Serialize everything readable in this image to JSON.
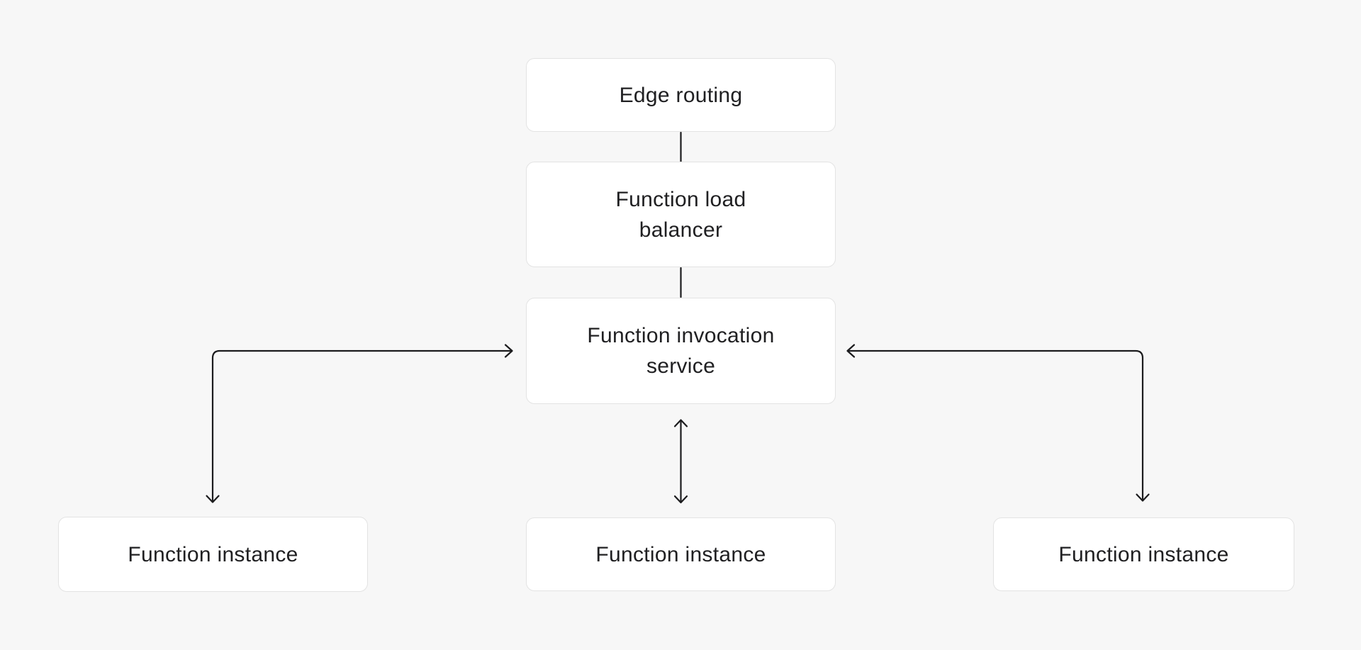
{
  "canvas": {
    "background_color": "#f7f7f7",
    "node_fill_color": "#ffffff",
    "node_border_color": "#e3e3e3",
    "connector_color": "#1c1c1e",
    "text_color": "#202022"
  },
  "diagram": {
    "nodes": [
      {
        "id": "edge-routing",
        "label": "Edge routing"
      },
      {
        "id": "function-load-balancer",
        "label": "Function load\nbalancer"
      },
      {
        "id": "function-invocation-service",
        "label": "Function invocation\nservice"
      },
      {
        "id": "function-instance-left",
        "label": "Function instance"
      },
      {
        "id": "function-instance-middle",
        "label": "Function instance"
      },
      {
        "id": "function-instance-right",
        "label": "Function instance"
      }
    ],
    "connectors": [
      {
        "id": "edge-routing-to-load-balancer",
        "from": "edge-routing",
        "to": "function-load-balancer",
        "style": "plain-line"
      },
      {
        "id": "load-balancer-to-invocation-service",
        "from": "function-load-balancer",
        "to": "function-invocation-service",
        "style": "plain-line"
      },
      {
        "id": "invocation-service-to-left-instance",
        "from": "function-invocation-service",
        "to": "function-instance-left",
        "style": "elbow-double-headed-arrow"
      },
      {
        "id": "invocation-service-to-middle-instance",
        "from": "function-invocation-service",
        "to": "function-instance-middle",
        "style": "straight-double-headed-arrow"
      },
      {
        "id": "invocation-service-to-right-instance",
        "from": "function-invocation-service",
        "to": "function-instance-right",
        "style": "elbow-double-headed-arrow"
      }
    ]
  }
}
